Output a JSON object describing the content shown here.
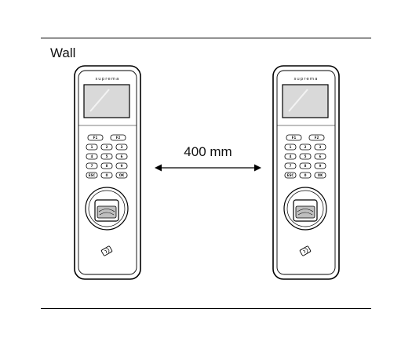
{
  "labels": {
    "wall": "Wall",
    "distance": "400 mm"
  },
  "devices": [
    {
      "brand": "suprema",
      "keys": [
        [
          "F1",
          "F2"
        ],
        [
          "1",
          "2",
          "3"
        ],
        [
          "4",
          "5",
          "6"
        ],
        [
          "7",
          "8",
          "9"
        ],
        [
          "ESC",
          "0",
          "OK"
        ]
      ]
    },
    {
      "brand": "suprema",
      "keys": [
        [
          "F1",
          "F2"
        ],
        [
          "1",
          "2",
          "3"
        ],
        [
          "4",
          "5",
          "6"
        ],
        [
          "7",
          "8",
          "9"
        ],
        [
          "ESC",
          "0",
          "OK"
        ]
      ]
    }
  ],
  "colors": {
    "line": "#000000",
    "screen_fill": "#d9d9d9",
    "body_fill": "#ffffff"
  }
}
